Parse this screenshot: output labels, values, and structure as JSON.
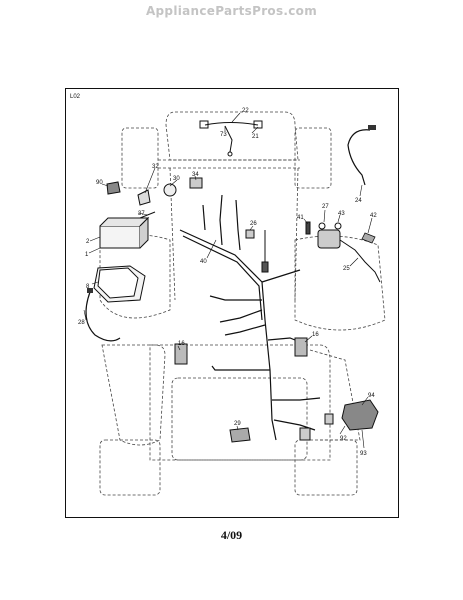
{
  "watermark": "AppliancePartsPros.com",
  "diagram_code": "L02",
  "page_code": "4/09",
  "callouts": {
    "c22": "22",
    "c73": "73",
    "c21": "21",
    "c32": "32",
    "c30": "30",
    "c34": "34",
    "c90": "90",
    "c37": "37",
    "c2": "2",
    "c1": "1",
    "c26": "26",
    "c40": "40",
    "c41": "41",
    "c27": "27",
    "c43": "43",
    "c42": "42",
    "c24": "24",
    "c25": "25",
    "c8": "8",
    "c28": "28",
    "c16a": "16",
    "c16b": "16",
    "c94": "94",
    "c29": "29",
    "c92": "92",
    "c93": "93"
  }
}
